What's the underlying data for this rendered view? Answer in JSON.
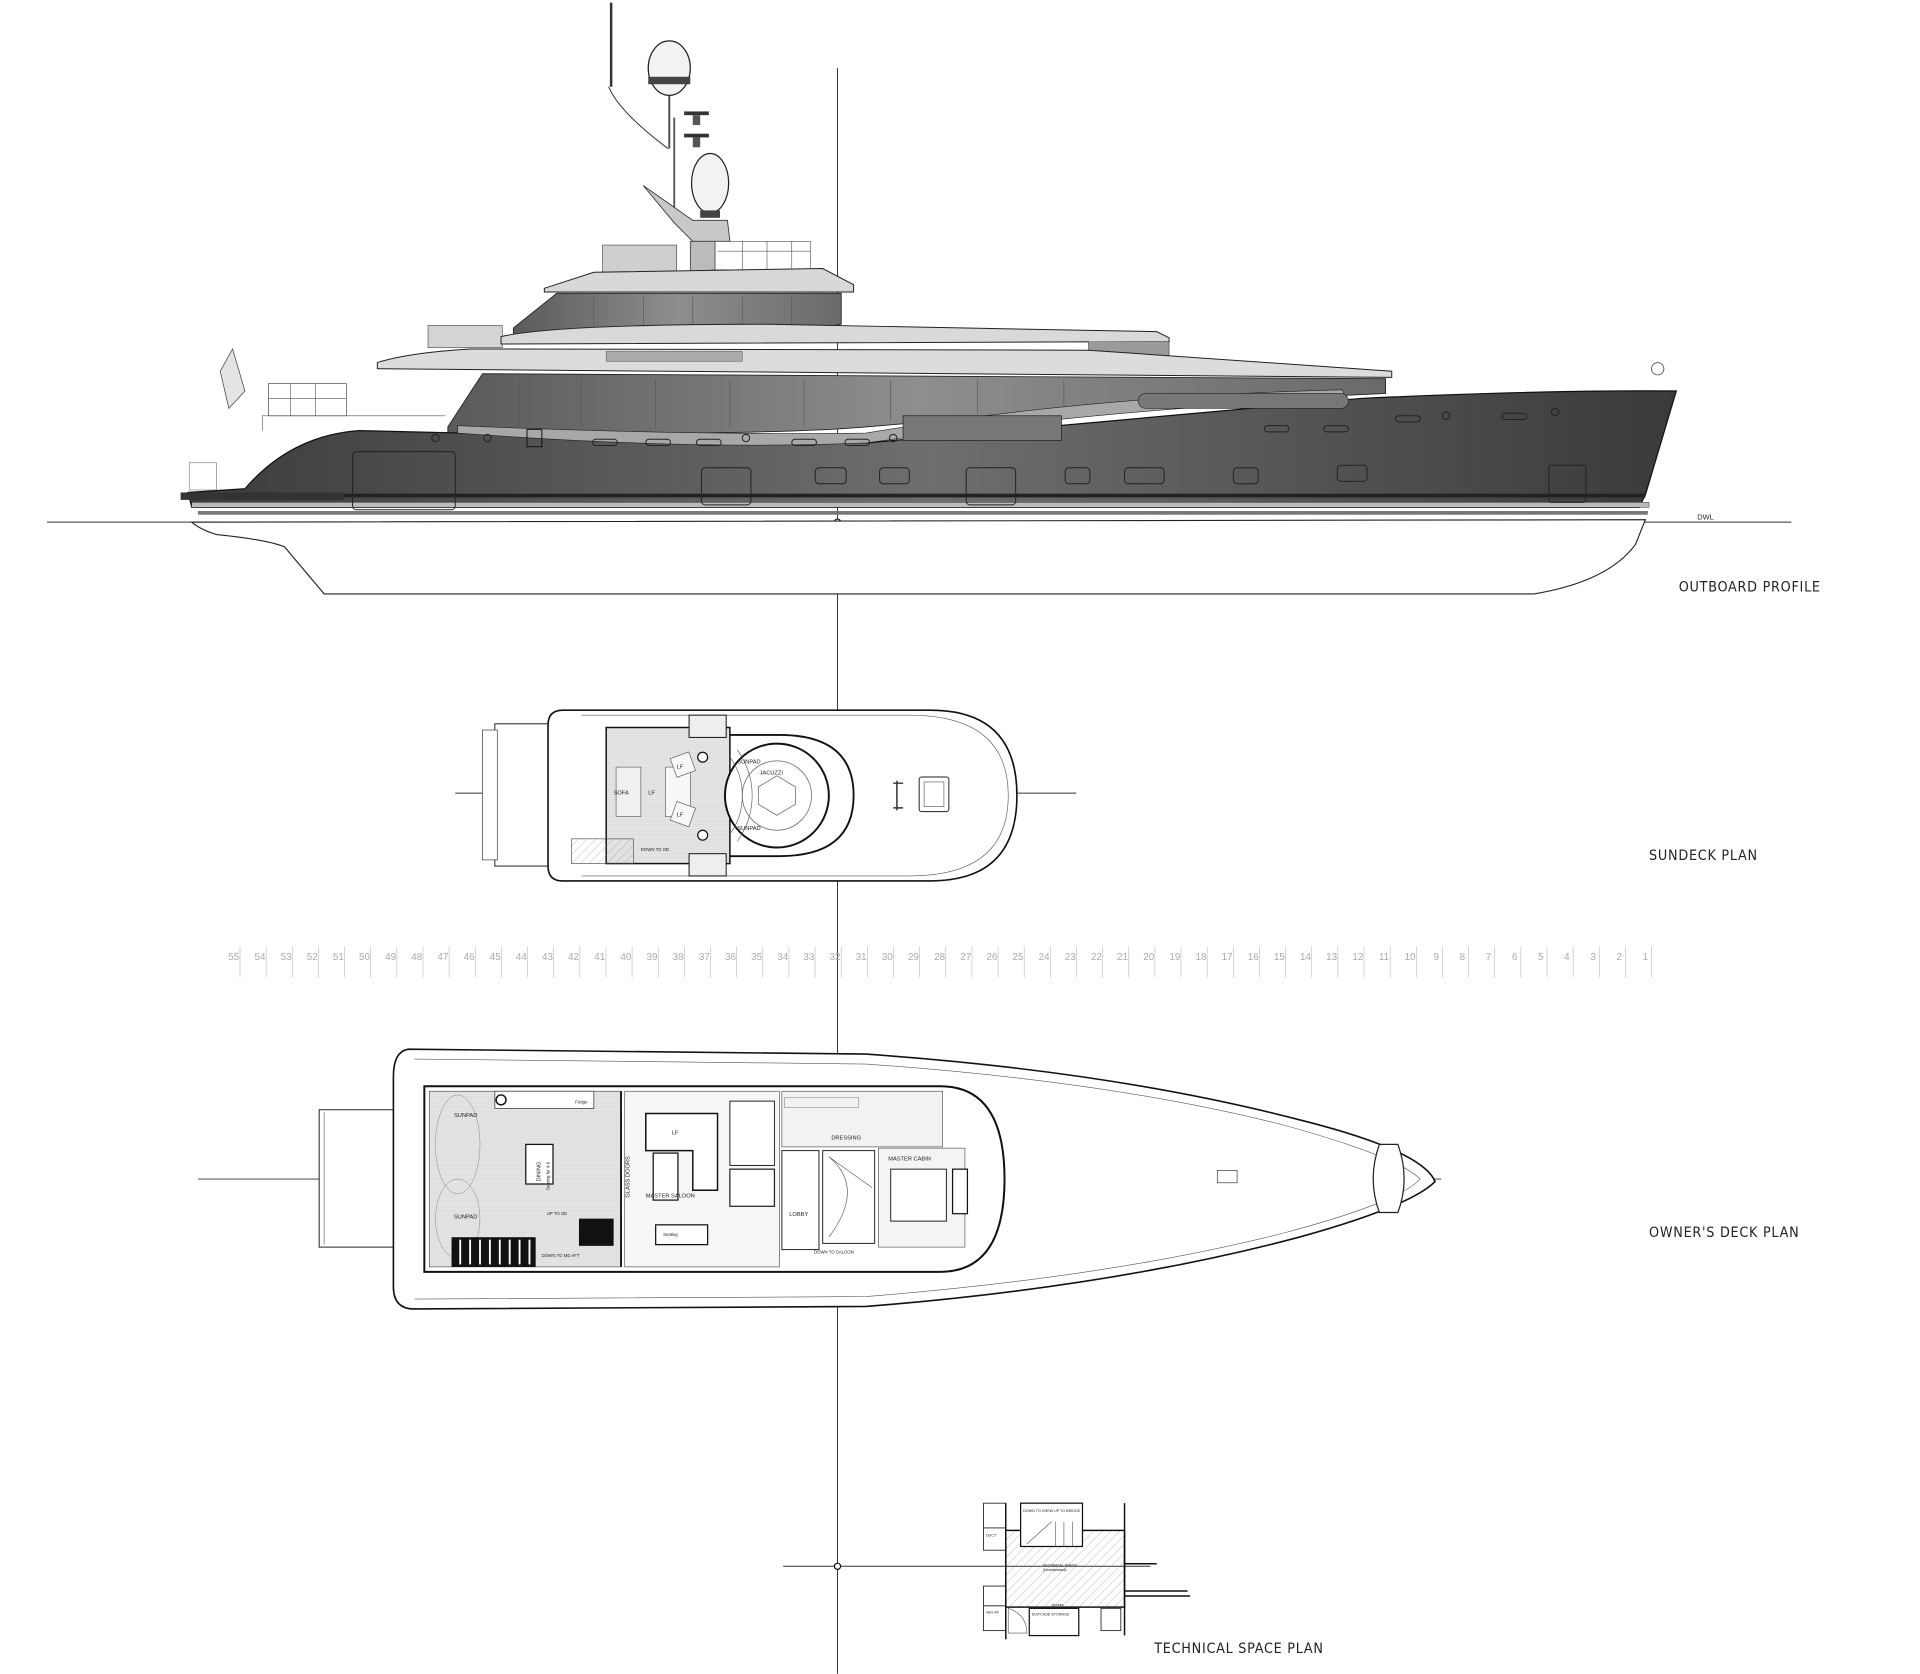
{
  "titles": {
    "outboard_profile": "OUTBOARD PROFILE",
    "sundeck_plan": "SUNDECK PLAN",
    "owners_deck_plan": "OWNER'S DECK PLAN",
    "technical_space_plan": "TECHNICAL SPACE PLAN"
  },
  "profile": {
    "waterline_label": "DWL",
    "hull_color": "#5a5a5a",
    "superstructure_color": "#8a8a8a"
  },
  "frame_scale": [
    "55",
    "54",
    "53",
    "52",
    "51",
    "50",
    "49",
    "48",
    "47",
    "46",
    "45",
    "44",
    "43",
    "42",
    "41",
    "40",
    "39",
    "38",
    "37",
    "36",
    "35",
    "34",
    "33",
    "32",
    "31",
    "30",
    "29",
    "28",
    "27",
    "26",
    "25",
    "24",
    "23",
    "22",
    "21",
    "20",
    "19",
    "18",
    "17",
    "16",
    "15",
    "14",
    "13",
    "12",
    "11",
    "10",
    "9",
    "8",
    "7",
    "6",
    "5",
    "4",
    "3",
    "2",
    "1"
  ],
  "sundeck": {
    "sofa": "SOFA",
    "lf_1": "LF",
    "lf_2": "LF",
    "lf_3": "LF",
    "jacuzzi": "JACUZZI",
    "sunpad_top": "SUNPAD",
    "sunpad_bottom": "SUNPAD",
    "stairs_note": "DOWN TO OD"
  },
  "owners_deck": {
    "sunpad_top": "SUNPAD",
    "sunpad_bottom": "SUNPAD",
    "dining": "DINING",
    "dining_note": "Seating for 4-6",
    "glass_doors": "GLASS DOORS",
    "master_saloon": "MASTER SALOON",
    "lobby": "LOBBY",
    "dressing": "DRESSING",
    "master_cabin": "MASTER CABIN",
    "fridge": "Fridge",
    "lf": "LF",
    "seating": "Seating",
    "up_note": "UP TO SD",
    "down_note": "DOWN TO MD AFT",
    "down_to_saloon": "DOWN TO SALOON"
  },
  "technical_space": {
    "technical_space": "TECHNICAL SPACE",
    "technical_space_sub": "(Nonstandard)",
    "suitcase_storage": "SUITCASE STORAGE",
    "duct": "DUCT",
    "vent": "Vent AF",
    "access": "Access",
    "down_to_crew": "DOWN TO CREW",
    "up_to_bridge": "UP TO BRIDGE"
  }
}
